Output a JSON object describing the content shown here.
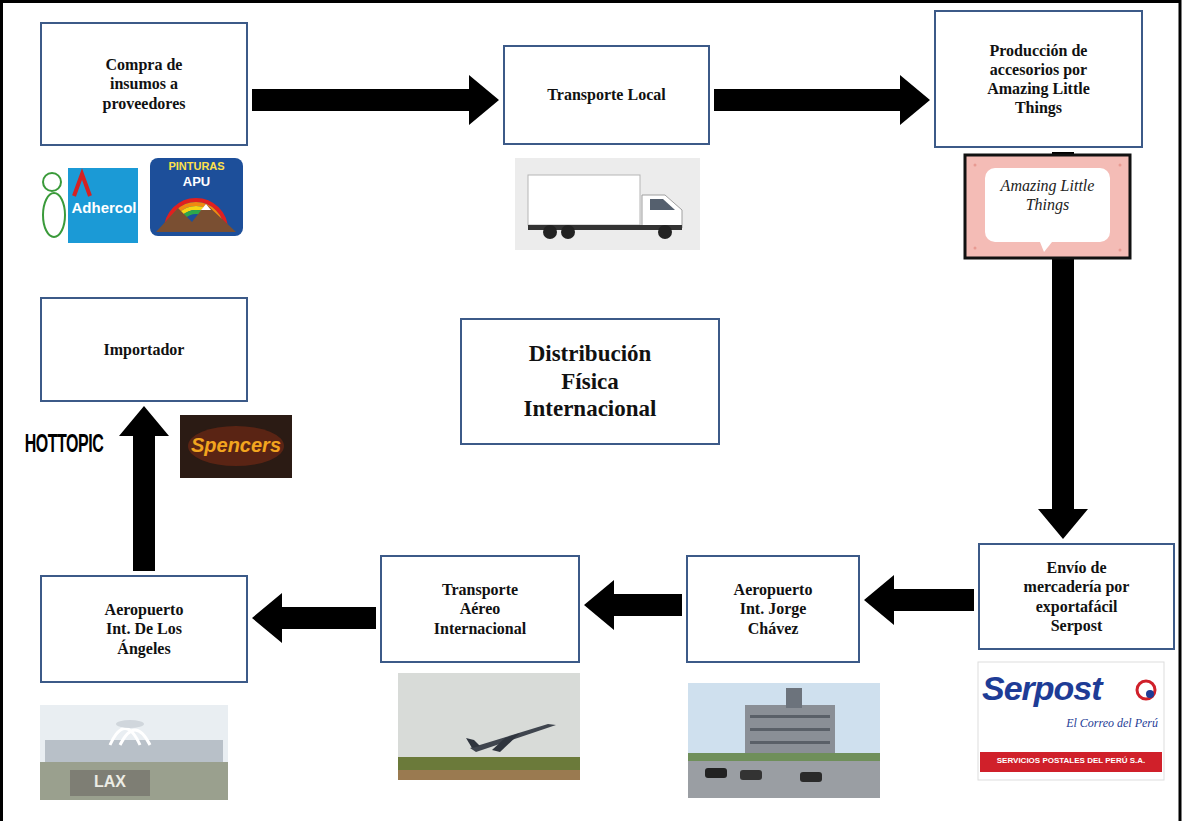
{
  "diagram": {
    "nodes": [
      {
        "text": [
          "Compra de insumos a proveedores"
        ]
      },
      {
        "text": [
          "Transporte Local"
        ]
      },
      {
        "text": [
          "Producción de accesorios por Amazing Little Things"
        ]
      },
      {
        "text": [
          "Importador"
        ]
      },
      {
        "text": [
          "Distribución Física Internacional"
        ]
      },
      {
        "text": [
          "Envío de mercadería por exportafácil Serpost"
        ]
      },
      {
        "text": [
          "Aeropuerto Int. Jorge Chávez"
        ]
      },
      {
        "text": [
          "Transporte Aéreo Internacional"
        ]
      },
      {
        "text": [
          "Aeropuerto Int. De Los Ángeles"
        ]
      }
    ],
    "edges": [
      {
        "from": 0,
        "to": 1,
        "arrow": "to"
      },
      {
        "from": 1,
        "to": 2,
        "arrow": "to"
      },
      {
        "from": 2,
        "to": 5,
        "arrow": "to"
      },
      {
        "from": 5,
        "to": 6,
        "arrow": "to"
      },
      {
        "from": 6,
        "to": 7,
        "arrow": "to"
      },
      {
        "from": 7,
        "to": 8,
        "arrow": "to"
      },
      {
        "from": 8,
        "to": 3,
        "arrow": "to"
      }
    ],
    "labels": [
      "Adhercol",
      "PINTURAS",
      "APU",
      "Amazing Little Things",
      "HOTTOPIC",
      "Spencers",
      "Serpost",
      "El Correo del Perú",
      "SERVICIOS POSTALES DEL PERÚ S.A.",
      "LAX"
    ]
  }
}
